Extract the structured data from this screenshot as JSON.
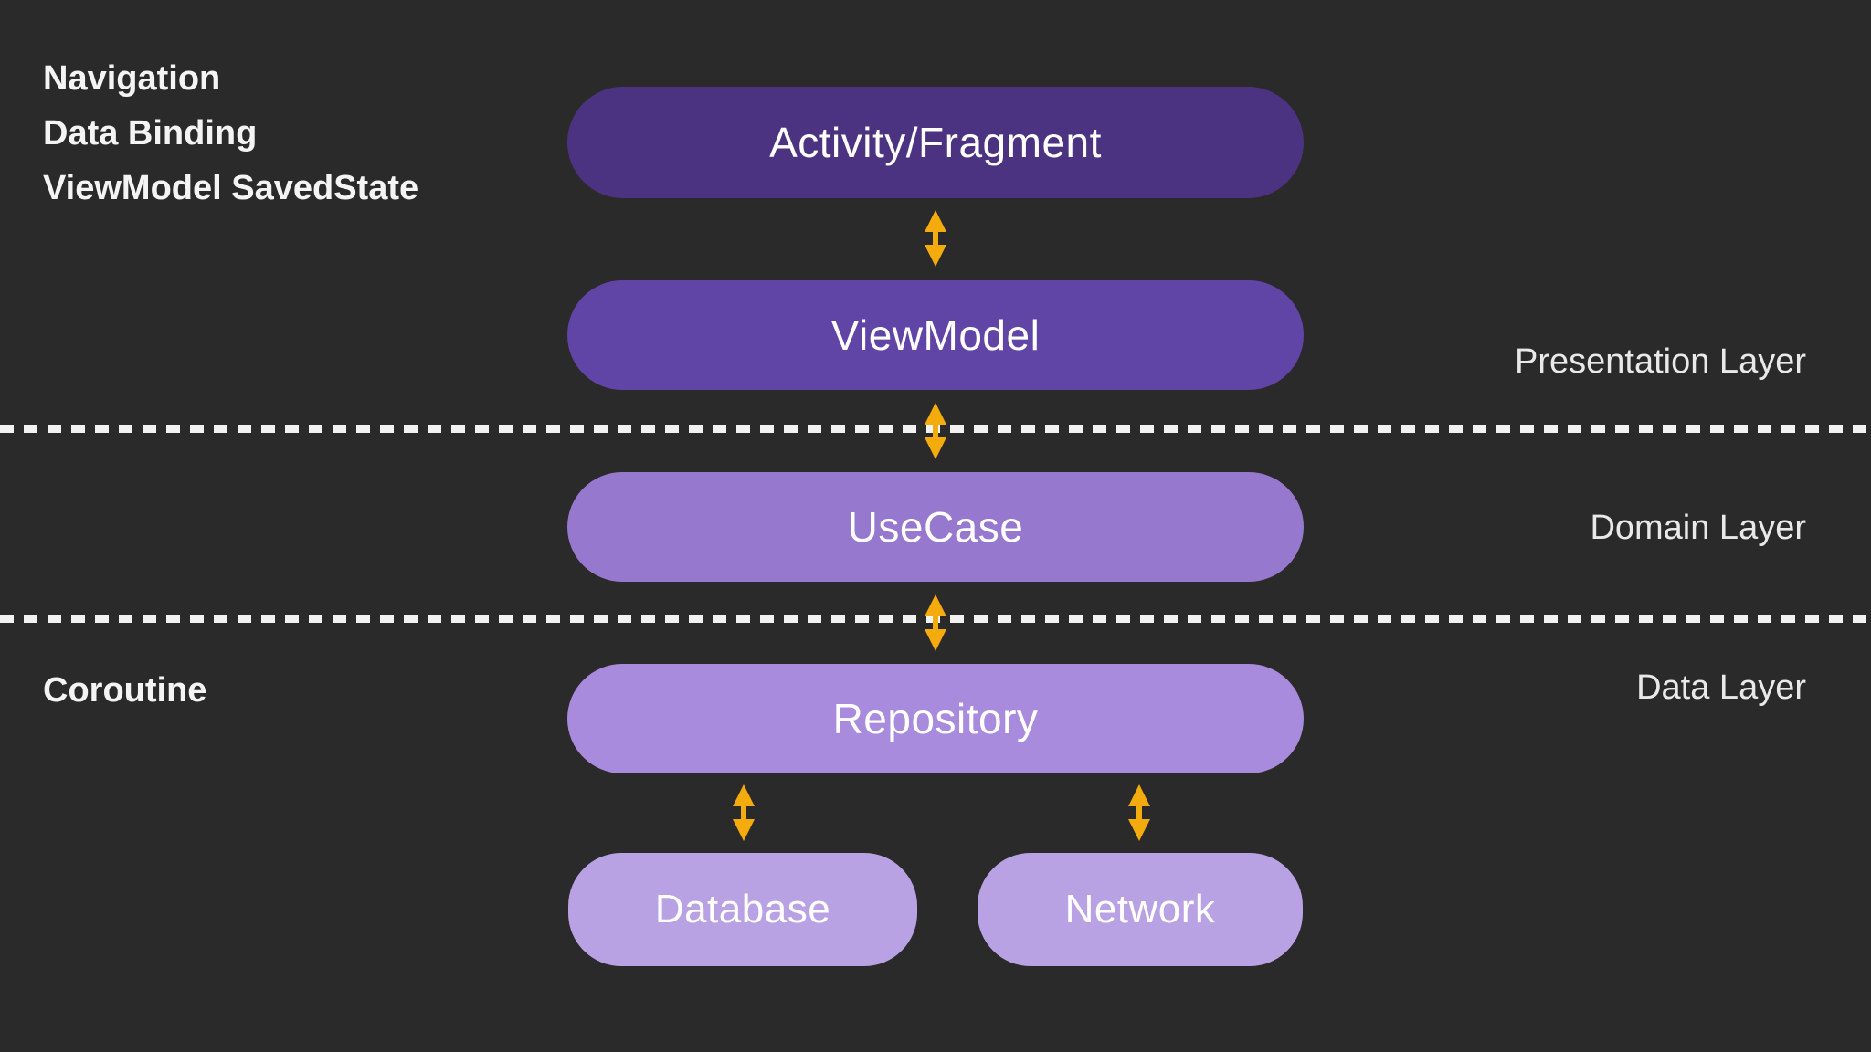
{
  "annotations": {
    "top_left_lines": [
      "Navigation",
      "Data Binding",
      "ViewModel SavedState"
    ],
    "bottom_left": "Coroutine"
  },
  "layer_labels": {
    "presentation": "Presentation Layer",
    "domain": "Domain Layer",
    "data": "Data Layer"
  },
  "nodes": {
    "activity": {
      "label": "Activity/Fragment",
      "color": "#4C3382"
    },
    "viewmodel": {
      "label": "ViewModel",
      "color": "#6044A6"
    },
    "usecase": {
      "label": "UseCase",
      "color": "#9679CE"
    },
    "repository": {
      "label": "Repository",
      "color": "#A88BDC"
    },
    "database": {
      "label": "Database",
      "color": "#B9A2E4"
    },
    "network": {
      "label": "Network",
      "color": "#B9A2E4"
    }
  },
  "connections": [
    {
      "from": "activity",
      "to": "viewmodel",
      "type": "bidirectional"
    },
    {
      "from": "viewmodel",
      "to": "usecase",
      "type": "bidirectional"
    },
    {
      "from": "usecase",
      "to": "repository",
      "type": "bidirectional"
    },
    {
      "from": "repository",
      "to": "database",
      "type": "bidirectional"
    },
    {
      "from": "repository",
      "to": "network",
      "type": "bidirectional"
    }
  ],
  "colors": {
    "background": "#2B2A2A",
    "arrow": "#F4AB0D",
    "dashed_line": "#F2F2F2",
    "pill_text": "#FFFFFF",
    "annotation_text": "#F4F4F4",
    "layer_label_text": "#E9E9E9"
  }
}
